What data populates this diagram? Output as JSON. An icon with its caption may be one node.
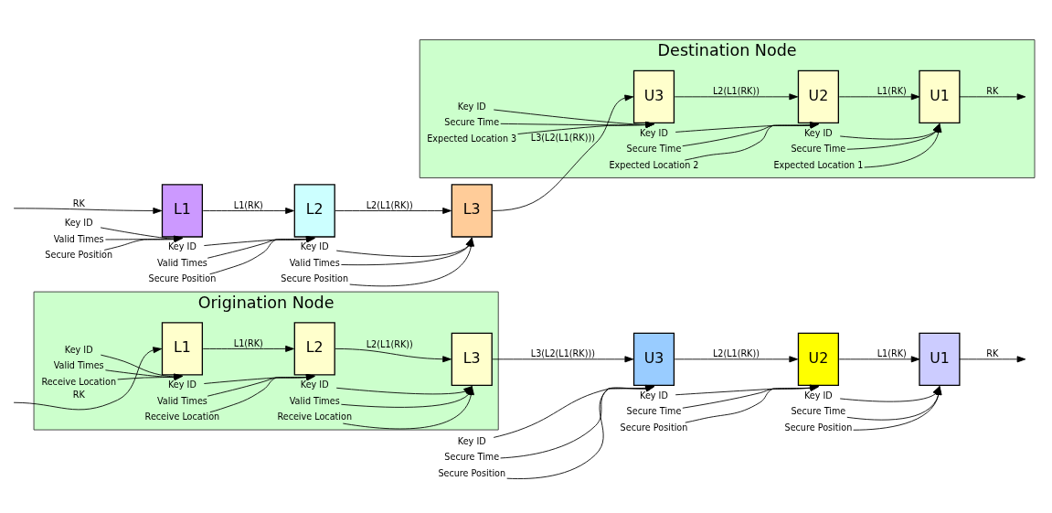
{
  "diagram": {
    "nodes": [
      {
        "text": [
          "Origination Node"
        ]
      },
      {
        "text": [
          "L1"
        ],
        "in": 0
      },
      {
        "text": [
          "L2"
        ],
        "in": 0
      },
      {
        "text": [
          "L3"
        ],
        "in": 0
      },
      {
        "text": [
          "Key ID"
        ],
        "in": 0
      },
      {
        "text": [
          "Valid Times"
        ],
        "in": 0
      },
      {
        "text": [
          "Receive Location"
        ],
        "in": 0
      },
      {
        "text": [
          "Key ID"
        ],
        "in": 0
      },
      {
        "text": [
          "Valid Times"
        ],
        "in": 0
      },
      {
        "text": [
          "Receive Location"
        ],
        "in": 0
      },
      {
        "text": [
          "Key ID"
        ],
        "in": 0
      },
      {
        "text": [
          "Valid Times"
        ],
        "in": 0
      },
      {
        "text": [
          "Receive Location"
        ],
        "in": 0
      },
      {
        "text": [
          "U3"
        ]
      },
      {
        "text": [
          "U2"
        ]
      },
      {
        "text": [
          "U1"
        ]
      },
      {
        "text": [
          "Key ID"
        ]
      },
      {
        "text": [
          "Secure Time"
        ]
      },
      {
        "text": [
          "Secure Position"
        ]
      },
      {
        "text": [
          "Key ID"
        ]
      },
      {
        "text": [
          "Secure Time"
        ]
      },
      {
        "text": [
          "Secure Position"
        ]
      },
      {
        "text": [
          "Key ID"
        ]
      },
      {
        "text": [
          "Secure Time"
        ]
      },
      {
        "text": [
          "Secure Position"
        ]
      },
      {
        "text": [
          "L1"
        ]
      },
      {
        "text": [
          "L2"
        ]
      },
      {
        "text": [
          "L3"
        ]
      },
      {
        "text": [
          "Key ID"
        ]
      },
      {
        "text": [
          "Valid Times"
        ]
      },
      {
        "text": [
          "Secure Position"
        ]
      },
      {
        "text": [
          "Key ID"
        ]
      },
      {
        "text": [
          "Valid Times"
        ]
      },
      {
        "text": [
          "Secure Position"
        ]
      },
      {
        "text": [
          "Key ID"
        ]
      },
      {
        "text": [
          "Valid Times"
        ]
      },
      {
        "text": [
          "Secure Position"
        ]
      },
      {
        "text": [
          "Destination Node"
        ]
      },
      {
        "text": [
          "U3"
        ],
        "in": 37
      },
      {
        "text": [
          "U2"
        ],
        "in": 37
      },
      {
        "text": [
          "U1"
        ],
        "in": 37
      },
      {
        "text": [
          "Key ID"
        ],
        "in": 37
      },
      {
        "text": [
          "Secure Time"
        ],
        "in": 37
      },
      {
        "text": [
          "Expected Location 3"
        ],
        "in": 37
      },
      {
        "text": [
          "Key ID"
        ],
        "in": 37
      },
      {
        "text": [
          "Secure Time"
        ],
        "in": 37
      },
      {
        "text": [
          "Expected Location 2"
        ],
        "in": 37
      },
      {
        "text": [
          "Key ID"
        ],
        "in": 37
      },
      {
        "text": [
          "Secure Time"
        ],
        "in": 37
      },
      {
        "text": [
          "Expected Location 1"
        ],
        "in": 37
      }
    ],
    "edges": [
      {
        "from": null,
        "to": 1,
        "arrow": "to",
        "label": "RK"
      },
      {
        "from": 1,
        "to": 2,
        "arrow": "to",
        "label": "L1(RK)"
      },
      {
        "from": 2,
        "to": 3,
        "arrow": "to",
        "label": "L2(L1(RK))"
      },
      {
        "from": 4,
        "to": 1,
        "arrow": "to"
      },
      {
        "from": 5,
        "to": 1,
        "arrow": "to"
      },
      {
        "from": 6,
        "to": 1,
        "arrow": "to"
      },
      {
        "from": 7,
        "to": 2,
        "arrow": "to"
      },
      {
        "from": 8,
        "to": 2,
        "arrow": "to"
      },
      {
        "from": 9,
        "to": 2,
        "arrow": "to"
      },
      {
        "from": 10,
        "to": 3,
        "arrow": "to"
      },
      {
        "from": 11,
        "to": 3,
        "arrow": "to"
      },
      {
        "from": 12,
        "to": 3,
        "arrow": "to"
      },
      {
        "from": 3,
        "to": 13,
        "arrow": "to",
        "label": "L3(L2(L1(RK)))"
      },
      {
        "from": 13,
        "to": 14,
        "arrow": "to",
        "label": "L2(L1(RK))"
      },
      {
        "from": 14,
        "to": 15,
        "arrow": "to",
        "label": "L1(RK)"
      },
      {
        "from": 15,
        "to": null,
        "arrow": "to",
        "label": "RK"
      },
      {
        "from": 16,
        "to": 13,
        "arrow": "to"
      },
      {
        "from": 17,
        "to": 13,
        "arrow": "to"
      },
      {
        "from": 18,
        "to": 13,
        "arrow": "to"
      },
      {
        "from": 19,
        "to": 14,
        "arrow": "to"
      },
      {
        "from": 20,
        "to": 14,
        "arrow": "to"
      },
      {
        "from": 21,
        "to": 14,
        "arrow": "to"
      },
      {
        "from": 22,
        "to": 15,
        "arrow": "to"
      },
      {
        "from": 23,
        "to": 15,
        "arrow": "to"
      },
      {
        "from": 24,
        "to": 15,
        "arrow": "to"
      },
      {
        "from": null,
        "to": 25,
        "arrow": "to",
        "label": "RK"
      },
      {
        "from": 25,
        "to": 26,
        "arrow": "to",
        "label": "L1(RK)"
      },
      {
        "from": 26,
        "to": 27,
        "arrow": "to",
        "label": "L2(L1(RK))"
      },
      {
        "from": 28,
        "to": 25,
        "arrow": "to"
      },
      {
        "from": 29,
        "to": 25,
        "arrow": "to"
      },
      {
        "from": 30,
        "to": 25,
        "arrow": "to"
      },
      {
        "from": 31,
        "to": 26,
        "arrow": "to"
      },
      {
        "from": 32,
        "to": 26,
        "arrow": "to"
      },
      {
        "from": 33,
        "to": 26,
        "arrow": "to"
      },
      {
        "from": 34,
        "to": 27,
        "arrow": "to"
      },
      {
        "from": 35,
        "to": 27,
        "arrow": "to"
      },
      {
        "from": 36,
        "to": 27,
        "arrow": "to"
      },
      {
        "from": 27,
        "to": 38,
        "arrow": "to",
        "label": "L3(L2(L1(RK)))"
      },
      {
        "from": 38,
        "to": 39,
        "arrow": "to",
        "label": "L2(L1(RK))"
      },
      {
        "from": 39,
        "to": 40,
        "arrow": "to",
        "label": "L1(RK)"
      },
      {
        "from": 40,
        "to": null,
        "arrow": "to",
        "label": "RK"
      },
      {
        "from": 41,
        "to": 38,
        "arrow": "to"
      },
      {
        "from": 42,
        "to": 38,
        "arrow": "to"
      },
      {
        "from": 43,
        "to": 38,
        "arrow": "to"
      },
      {
        "from": 44,
        "to": 39,
        "arrow": "to"
      },
      {
        "from": 45,
        "to": 39,
        "arrow": "to"
      },
      {
        "from": 46,
        "to": 39,
        "arrow": "to"
      },
      {
        "from": 47,
        "to": 40,
        "arrow": "to"
      },
      {
        "from": 48,
        "to": 40,
        "arrow": "to"
      },
      {
        "from": 49,
        "to": 40,
        "arrow": "to"
      }
    ]
  }
}
